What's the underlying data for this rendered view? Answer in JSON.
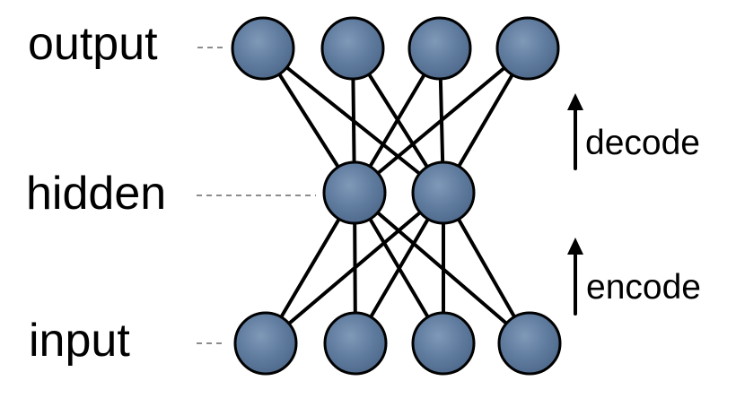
{
  "layers": {
    "output": {
      "label": "output"
    },
    "hidden": {
      "label": "hidden"
    },
    "input": {
      "label": "input"
    }
  },
  "annotations": {
    "decode": "decode",
    "encode": "encode"
  },
  "colors": {
    "node_fill": "#5f7b9e",
    "node_stroke": "#000000",
    "edge": "#000000",
    "dashed_guide": "#666666",
    "text": "#000000",
    "background": "#ffffff"
  }
}
